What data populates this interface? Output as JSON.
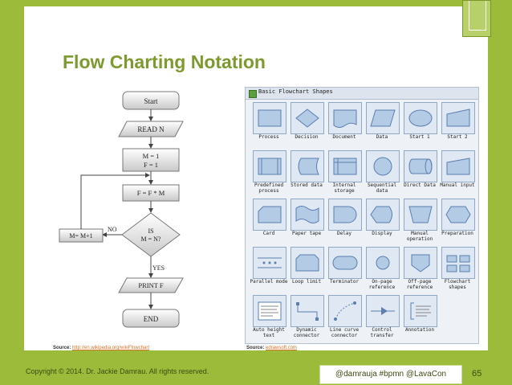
{
  "slide": {
    "title": "Flow Charting Notation",
    "copyright": "Copyright © 2014. Dr. Jackie Damrau. All rights reserved.",
    "handle": "@damrauja #bpmn @LavaCon",
    "page_number": "65",
    "colors": {
      "accent": "#9cbb3b",
      "title": "#7c9a2e",
      "link": "#d4742a",
      "shape_fill": "#b4cbe6"
    }
  },
  "sources": {
    "left": {
      "label": "Source:",
      "link": "http://en.wikipedia.org/wikiFlowchart"
    },
    "right": {
      "label": "Source:",
      "link": "edrawsoft.com"
    }
  },
  "flowchart": {
    "start": "Start",
    "read": "READ N",
    "init1": "M = 1",
    "init2": "F = 1",
    "calc": "F = F * M",
    "decision1": "IS",
    "decision2": "M = N?",
    "no_label": "NO",
    "yes_label": "YES",
    "increment": "M= M+1",
    "print": "PRINT F",
    "end": "END"
  },
  "gallery": {
    "header": "Basic Flowchart Shapes",
    "shapes": [
      {
        "label": "Process",
        "icon": "process-shape-icon"
      },
      {
        "label": "Decision",
        "icon": "decision-shape-icon"
      },
      {
        "label": "Document",
        "icon": "document-shape-icon"
      },
      {
        "label": "Data",
        "icon": "data-shape-icon"
      },
      {
        "label": "Start 1",
        "icon": "start1-shape-icon"
      },
      {
        "label": "Start 2",
        "icon": "start2-shape-icon"
      },
      {
        "label": "Predefined process",
        "icon": "predefined-process-shape-icon"
      },
      {
        "label": "Stored data",
        "icon": "stored-data-shape-icon"
      },
      {
        "label": "Internal storage",
        "icon": "internal-storage-shape-icon"
      },
      {
        "label": "Sequential data",
        "icon": "sequential-data-shape-icon"
      },
      {
        "label": "Direct Data",
        "icon": "direct-data-shape-icon"
      },
      {
        "label": "Manual input",
        "icon": "manual-input-shape-icon"
      },
      {
        "label": "Card",
        "icon": "card-shape-icon"
      },
      {
        "label": "Paper tape",
        "icon": "paper-tape-shape-icon"
      },
      {
        "label": "Delay",
        "icon": "delay-shape-icon"
      },
      {
        "label": "Display",
        "icon": "display-shape-icon"
      },
      {
        "label": "Manual operation",
        "icon": "manual-operation-shape-icon"
      },
      {
        "label": "Preparation",
        "icon": "preparation-shape-icon"
      },
      {
        "label": "Parallel mode",
        "icon": "parallel-mode-shape-icon"
      },
      {
        "label": "Loop limit",
        "icon": "loop-limit-shape-icon"
      },
      {
        "label": "Terminator",
        "icon": "terminator-shape-icon"
      },
      {
        "label": "On-page reference",
        "icon": "on-page-reference-shape-icon"
      },
      {
        "label": "Off-page reference",
        "icon": "off-page-reference-shape-icon"
      },
      {
        "label": "Flowchart shapes",
        "icon": "flowchart-shapes-icon"
      },
      {
        "label": "Auto height text",
        "icon": "auto-height-text-shape-icon"
      },
      {
        "label": "Dynamic connector",
        "icon": "dynamic-connector-shape-icon"
      },
      {
        "label": "Line curve connector",
        "icon": "line-curve-connector-shape-icon"
      },
      {
        "label": "Control transfer",
        "icon": "control-transfer-shape-icon"
      },
      {
        "label": "Annotation",
        "icon": "annotation-shape-icon"
      }
    ]
  }
}
